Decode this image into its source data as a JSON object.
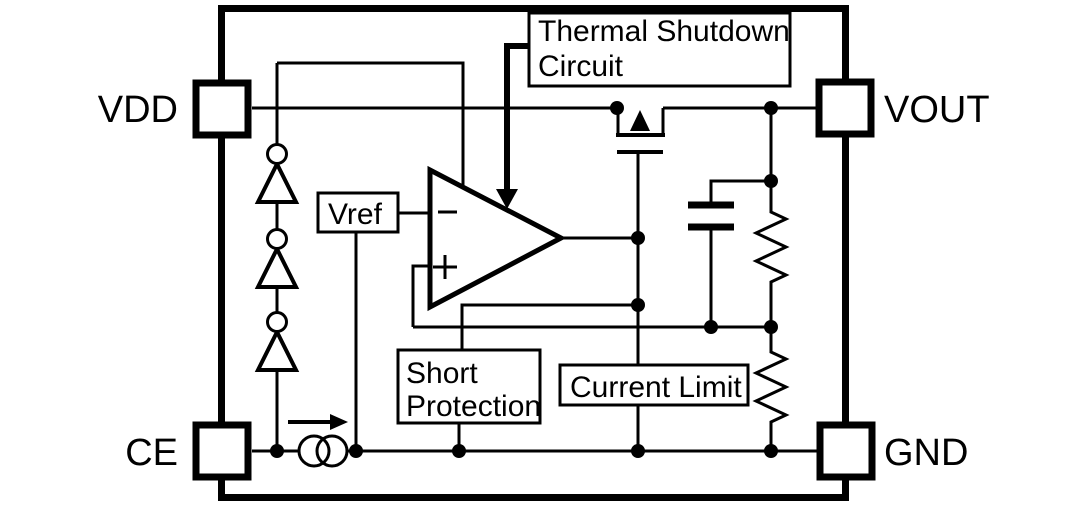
{
  "diagram_type": "ldo-regulator-block-diagram",
  "colors": {
    "ink": "#000000",
    "background": "#ffffff"
  },
  "pins": [
    {
      "id": "vdd",
      "label": "VDD"
    },
    {
      "id": "ce",
      "label": "CE"
    },
    {
      "id": "vout",
      "label": "VOUT"
    },
    {
      "id": "gnd",
      "label": "GND"
    }
  ],
  "blocks": {
    "thermal_shutdown": {
      "line1": "Thermal Shutdown",
      "line2": "Circuit"
    },
    "vref": {
      "label": "Vref"
    },
    "short_protection": {
      "line1": "Short",
      "line2": "Protection"
    },
    "current_limit": {
      "label": "Current Limit"
    }
  },
  "symbols": [
    "error-amplifier-opamp",
    "pmos-pass-transistor",
    "reference-diode-stack-x3",
    "bias-current-source",
    "phase-compensation-capacitor",
    "feedback-resistor-upper",
    "feedback-resistor-lower"
  ]
}
